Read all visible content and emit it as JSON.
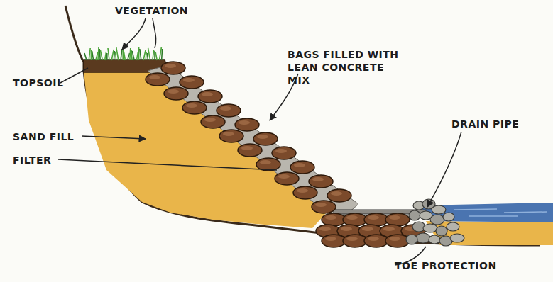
{
  "diagram": {
    "labels": [
      "VEGETATION",
      "TOPSOIL",
      "SAND FILL",
      "FILTER",
      "BAGS FILLED WITH LEAN CONCRETE MIX",
      "DRAIN PIPE",
      "TOE PROTECTION"
    ]
  }
}
